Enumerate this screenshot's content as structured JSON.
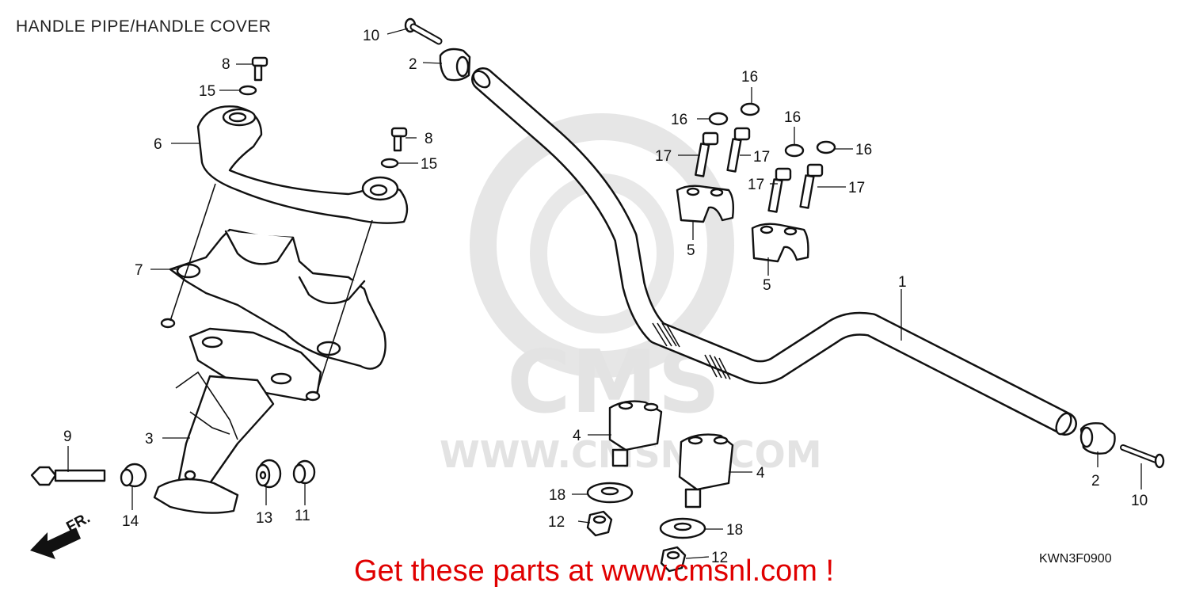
{
  "title": "HANDLE PIPE/HANDLE COVER",
  "diagram_code": "KWN3F0900",
  "promo_text": "Get these parts at www.cmsnl.com !",
  "watermark": {
    "logo_text": "CMS",
    "url_text": "WWW.CMSNL.COM"
  },
  "front_arrow_label": "FR.",
  "colors": {
    "promo": "#e00000",
    "lines": "#111111",
    "watermark": "#e3e3e3"
  },
  "callouts": {
    "c1": "1",
    "c2a": "2",
    "c2b": "2",
    "c3": "3",
    "c4a": "4",
    "c4b": "4",
    "c5a": "5",
    "c5b": "5",
    "c6": "6",
    "c7": "7",
    "c8a": "8",
    "c8b": "8",
    "c9": "9",
    "c10a": "10",
    "c10b": "10",
    "c11": "11",
    "c12a": "12",
    "c12b": "12",
    "c13": "13",
    "c14": "14",
    "c15a": "15",
    "c15b": "15",
    "c16a": "16",
    "c16b": "16",
    "c16c": "16",
    "c16d": "16",
    "c17a": "17",
    "c17b": "17",
    "c17c": "17",
    "c17d": "17",
    "c18a": "18",
    "c18b": "18"
  }
}
